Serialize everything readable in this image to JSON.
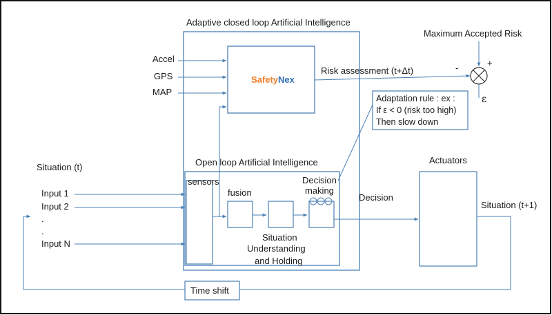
{
  "colors": {
    "stroke": "#4a7fb5",
    "frame": "#111111",
    "brand_orange": "#f07f2a",
    "brand_blue": "#2f6db5",
    "text": "#1a1a1a"
  },
  "blocks": {
    "adaptive_title": "Adaptive closed loop Artificial Intelligence",
    "open_loop_title": "Open loop Artificial Intelligence",
    "safetynex": {
      "part1": "Safety",
      "part2": "Nex"
    },
    "sensors": "sensors",
    "fusion": "fusion",
    "decision_making": {
      "line1": "Decision",
      "line2": "making"
    },
    "situation_understanding": {
      "line1": "Situation",
      "line2": "Understanding",
      "line3": "and Holding"
    },
    "actuators": "Actuators",
    "time_shift": "Time shift",
    "adaptation_rule": {
      "line1": "Adaptation rule : ex :",
      "line2": "If ε < 0 (risk too high)",
      "line3": "Then slow down"
    }
  },
  "inputs_sensors": [
    "Accel",
    "GPS",
    "MAP"
  ],
  "situation": {
    "title": "Situation (t)",
    "inputs": [
      "Input 1",
      "Input 2",
      ".",
      ".",
      "Input N"
    ],
    "next": "Situation (t+1)"
  },
  "labels": {
    "risk_assessment": "Risk assessment (t+Δt)",
    "max_risk": "Maximum Accepted Risk",
    "minus": "-",
    "plus": "+",
    "epsilon": "ε",
    "decision": "Decision"
  }
}
